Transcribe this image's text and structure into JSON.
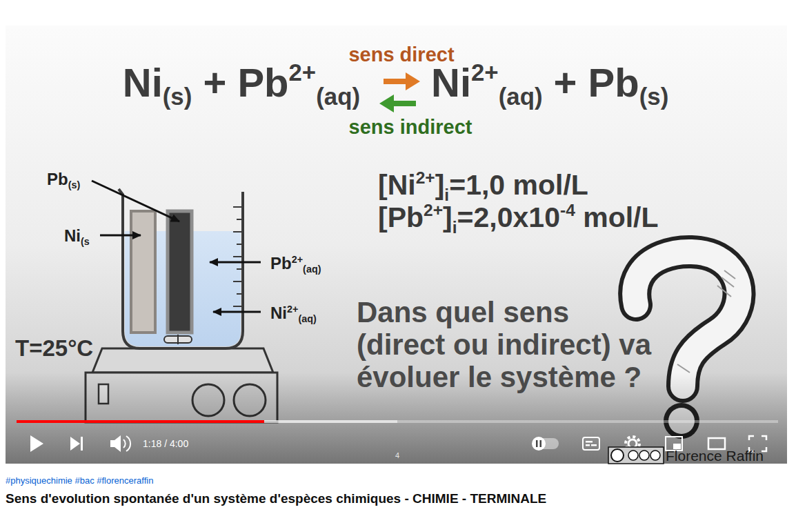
{
  "diagram": {
    "title": "Sens d'evolution spontanée d'un système d'espèces chimiques - CHIMIE - TERMINALE",
    "labels": [
      "sens direct",
      "Ni(s) + Pb2+(aq)",
      "Ni2+(aq) + Pb(s)",
      "sens indirect",
      "Pb(s)",
      "Ni(s",
      "Pb2+(aq)",
      "Ni2+(aq)",
      "T=25°C",
      "[Ni2+]i=1,0 mol/L",
      "[Pb2+]i=2,0x10-4 mol/L",
      "Dans quel sens (direct ou indirect) va évoluer le système ?",
      "1:18 / 4:00",
      "4",
      "Florence Raffin",
      "#physiquechimie #bac #florenceraffin"
    ]
  }
}
